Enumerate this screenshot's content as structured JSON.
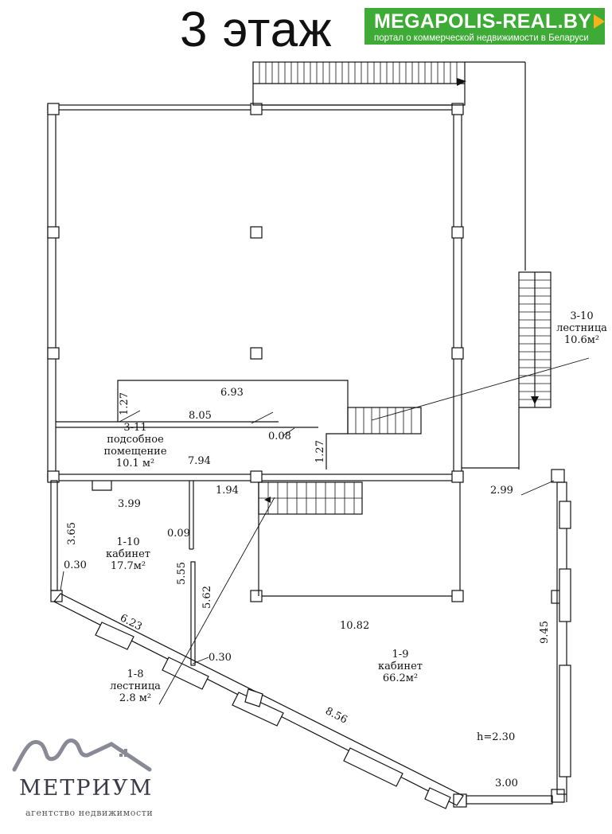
{
  "header": {
    "floor_title": "3 этаж",
    "banner_brand": "MEGAPOLIS-REAL.BY",
    "banner_tagline": "портал о коммерческой недвижимости в Беларуси",
    "banner_color": "#3dab35",
    "banner_accent": "#f7b21a"
  },
  "rooms": {
    "r3_11": {
      "id": "3-11",
      "name_line1": "подсобное",
      "name_line2": "помещение",
      "area": "10.1 м²"
    },
    "r3_10": {
      "id": "3-10",
      "name": "лестница",
      "area": "10.6м²"
    },
    "r1_10": {
      "id": "1-10",
      "name": "кабинет",
      "area": "17.7м²"
    },
    "r1_9": {
      "id": "1-9",
      "name": "кабинет",
      "area": "66.2м²"
    },
    "r1_8": {
      "id": "1-8",
      "name": "лестница",
      "area": "2.8 м²"
    }
  },
  "dimensions": {
    "d1": "1.27",
    "d2": "6.93",
    "d3": "8.05",
    "d4": "0.08",
    "d5": "1.27",
    "d6": "7.94",
    "d7": "3.99",
    "d8": "1.94",
    "d9": "2.99",
    "d10": "3.65",
    "d11": "0.30",
    "d12": "0.09",
    "d13": "5.55",
    "d14": "5.62",
    "d15": "6.23",
    "d16": "0.30",
    "d17": "10.82",
    "d18": "9.45",
    "d19": "8.56",
    "d20": "3.00"
  },
  "height_note": "h=2.30",
  "logo": {
    "name": "МЕТРИУМ",
    "subtitle": "агентство недвижимости"
  }
}
